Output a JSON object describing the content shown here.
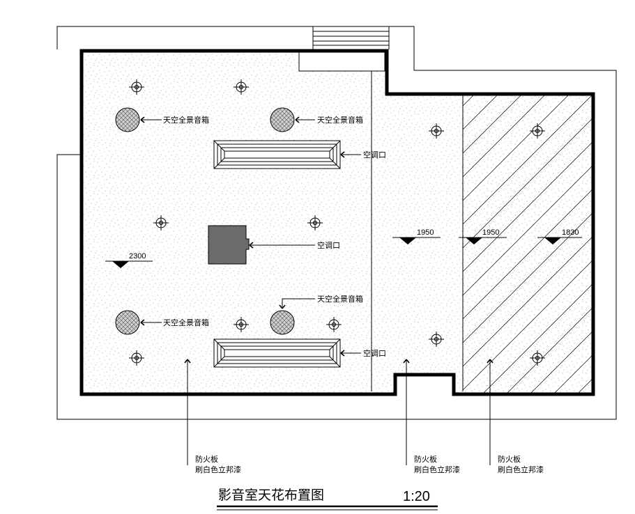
{
  "drawing": {
    "title": "影音室天花布置图",
    "scale": "1:20"
  },
  "labels": {
    "speaker": "天空全景音箱",
    "ac_outlet": "空调口",
    "fireproof_board": "防火板",
    "paint": "刷白色立邦漆"
  },
  "elevations": {
    "left": "2300",
    "middle": "1950",
    "right_a": "1950",
    "right_b": "1830"
  },
  "colors": {
    "line": "#000000",
    "ac_block": "#6b6b6b",
    "speaker_fill": "#c8c8c8",
    "speckle": "#8a8a8a"
  },
  "icons": {
    "downlight": "downlight-icon",
    "speaker": "ceiling-speaker-icon",
    "elevation": "elevation-marker-icon",
    "leader": "leader-arrow-icon"
  }
}
